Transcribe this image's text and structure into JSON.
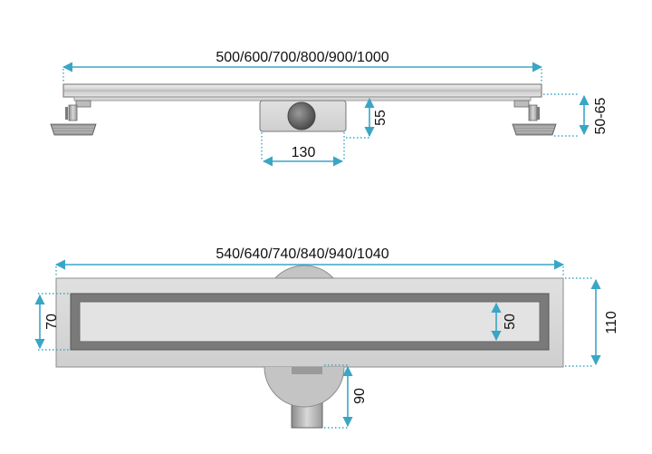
{
  "drawing": {
    "side_view": {
      "length_label": "500/600/700/800/900/1000",
      "height_adjust_label": "50-65",
      "outlet_height_label": "55",
      "outlet_width_label": "130"
    },
    "top_view": {
      "length_label": "540/640/740/840/940/1040",
      "width_label": "110",
      "grate_outer_label": "70",
      "grate_inner_label": "50",
      "outlet_pipe_label": "90"
    }
  },
  "colors": {
    "dimension_line": "#3aa6c6",
    "steel_light": "#d9d9d9",
    "steel_dark": "#8c8c8c",
    "grate_frame": "#7a7a7a",
    "text": "#111111"
  }
}
